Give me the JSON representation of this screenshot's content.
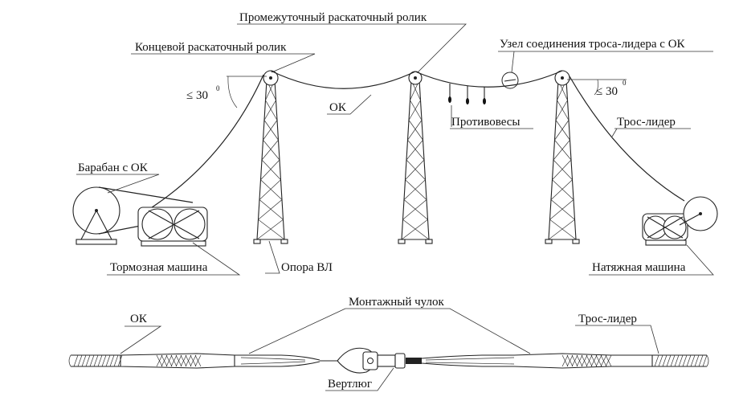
{
  "labels": {
    "intermediate_roller": "Промежуточный раскаточный ролик",
    "end_roller": "Концевой раскаточный ролик",
    "leader_joint": "Узел соединения троса-лидера с ОК",
    "angle_left": "≤ 30",
    "angle_right": "≤ 30",
    "degree_symbol": "0",
    "ok_top": "ОК",
    "counterweights": "Противовесы",
    "leader_rope_top": "Трос-лидер",
    "drum": "Барабан с ОК",
    "brake_machine": "Тормозная машина",
    "tower": "Опора ВЛ",
    "tension_machine": "Натяжная машина",
    "mounting_stocking": "Монтажный чулок",
    "ok_bottom": "ОК",
    "leader_rope_bottom": "Трос-лидер",
    "swivel": "Вертлюг"
  }
}
